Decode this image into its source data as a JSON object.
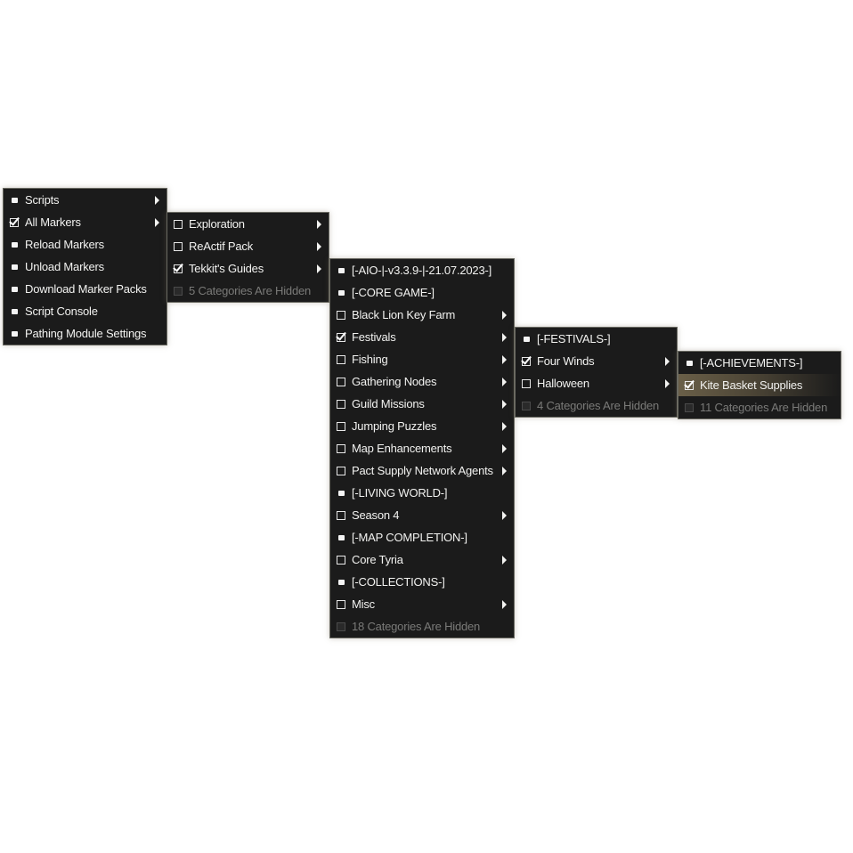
{
  "menu1": {
    "items": [
      {
        "label": "Scripts",
        "lead": "bullet",
        "arrow": true
      },
      {
        "label": "All Markers",
        "lead": "checked",
        "arrow": true
      },
      {
        "label": "Reload Markers",
        "lead": "bullet",
        "arrow": false
      },
      {
        "label": "Unload Markers",
        "lead": "bullet",
        "arrow": false
      },
      {
        "label": "Download Marker Packs",
        "lead": "bullet",
        "arrow": false
      },
      {
        "label": "Script Console",
        "lead": "bullet",
        "arrow": false
      },
      {
        "label": "Pathing Module Settings",
        "lead": "bullet",
        "arrow": false
      }
    ]
  },
  "menu2": {
    "items": [
      {
        "label": "Exploration",
        "lead": "unchecked",
        "arrow": true
      },
      {
        "label": "ReActif Pack",
        "lead": "unchecked",
        "arrow": true
      },
      {
        "label": "Tekkit's Guides",
        "lead": "checked",
        "arrow": true
      },
      {
        "label": "5 Categories Are Hidden",
        "lead": "disabled",
        "arrow": false
      }
    ]
  },
  "menu3": {
    "items": [
      {
        "label": "[-AIO-|-v3.3.9-|-21.07.2023-]",
        "lead": "bullet",
        "arrow": false
      },
      {
        "label": "[-CORE GAME-]",
        "lead": "bullet",
        "arrow": false
      },
      {
        "label": "Black Lion Key Farm",
        "lead": "unchecked",
        "arrow": true
      },
      {
        "label": "Festivals",
        "lead": "checked",
        "arrow": true
      },
      {
        "label": "Fishing",
        "lead": "unchecked",
        "arrow": true
      },
      {
        "label": "Gathering Nodes",
        "lead": "unchecked",
        "arrow": true
      },
      {
        "label": "Guild Missions",
        "lead": "unchecked",
        "arrow": true
      },
      {
        "label": "Jumping Puzzles",
        "lead": "unchecked",
        "arrow": true
      },
      {
        "label": "Map Enhancements",
        "lead": "unchecked",
        "arrow": true
      },
      {
        "label": "Pact Supply Network Agents",
        "lead": "unchecked",
        "arrow": true
      },
      {
        "label": "[-LIVING WORLD-]",
        "lead": "bullet",
        "arrow": false
      },
      {
        "label": "Season 4",
        "lead": "unchecked",
        "arrow": true
      },
      {
        "label": "[-MAP COMPLETION-]",
        "lead": "bullet",
        "arrow": false
      },
      {
        "label": "Core Tyria",
        "lead": "unchecked",
        "arrow": true
      },
      {
        "label": "[-COLLECTIONS-]",
        "lead": "bullet",
        "arrow": false
      },
      {
        "label": "Misc",
        "lead": "unchecked",
        "arrow": true
      },
      {
        "label": "18 Categories Are Hidden",
        "lead": "disabled",
        "arrow": false
      }
    ]
  },
  "menu4": {
    "items": [
      {
        "label": "[-FESTIVALS-]",
        "lead": "bullet",
        "arrow": false
      },
      {
        "label": "Four Winds",
        "lead": "checked",
        "arrow": true
      },
      {
        "label": "Halloween",
        "lead": "unchecked",
        "arrow": true
      },
      {
        "label": "4 Categories Are Hidden",
        "lead": "disabled",
        "arrow": false
      }
    ]
  },
  "menu5": {
    "items": [
      {
        "label": "[-ACHIEVEMENTS-]",
        "lead": "bullet",
        "arrow": false
      },
      {
        "label": "Kite Basket Supplies",
        "lead": "checked",
        "arrow": false,
        "highlight": true
      },
      {
        "label": "11 Categories Are Hidden",
        "lead": "disabled",
        "arrow": false
      }
    ]
  },
  "colors": {
    "menu_bg": "#1b1b1b",
    "text": "#f2f2f0",
    "disabled_text": "#7a7a78",
    "highlight": "#6a5f48"
  }
}
